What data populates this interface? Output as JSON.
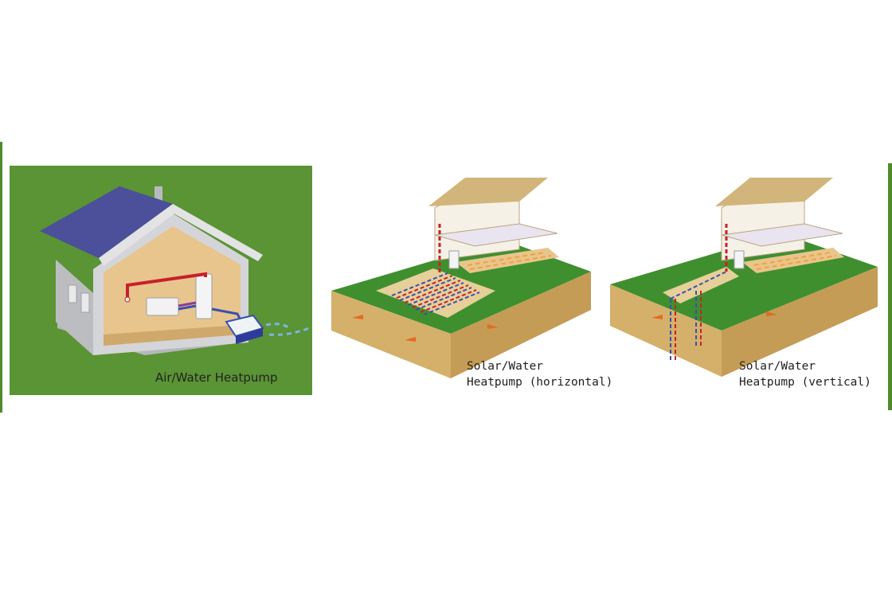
{
  "colors": {
    "panel_background": "#5a9434",
    "roof": "#4c4f9a",
    "wall": "#cfd0d3",
    "interior": "#e8c58d",
    "ground": "#d5b06a",
    "grass": "#3f8f2f",
    "pipe_hot": "#c8202a",
    "pipe_cold": "#3a4fb0"
  },
  "panels": [
    {
      "id": "air-water",
      "caption_lines": [
        "Air/Water Heatpump"
      ]
    },
    {
      "id": "solar-water-horizontal",
      "caption_lines": [
        "Solar/Water",
        "Heatpump (horizontal)"
      ]
    },
    {
      "id": "solar-water-vertical",
      "caption_lines": [
        "Solar/Water",
        "Heatpump (vertical)"
      ]
    }
  ]
}
